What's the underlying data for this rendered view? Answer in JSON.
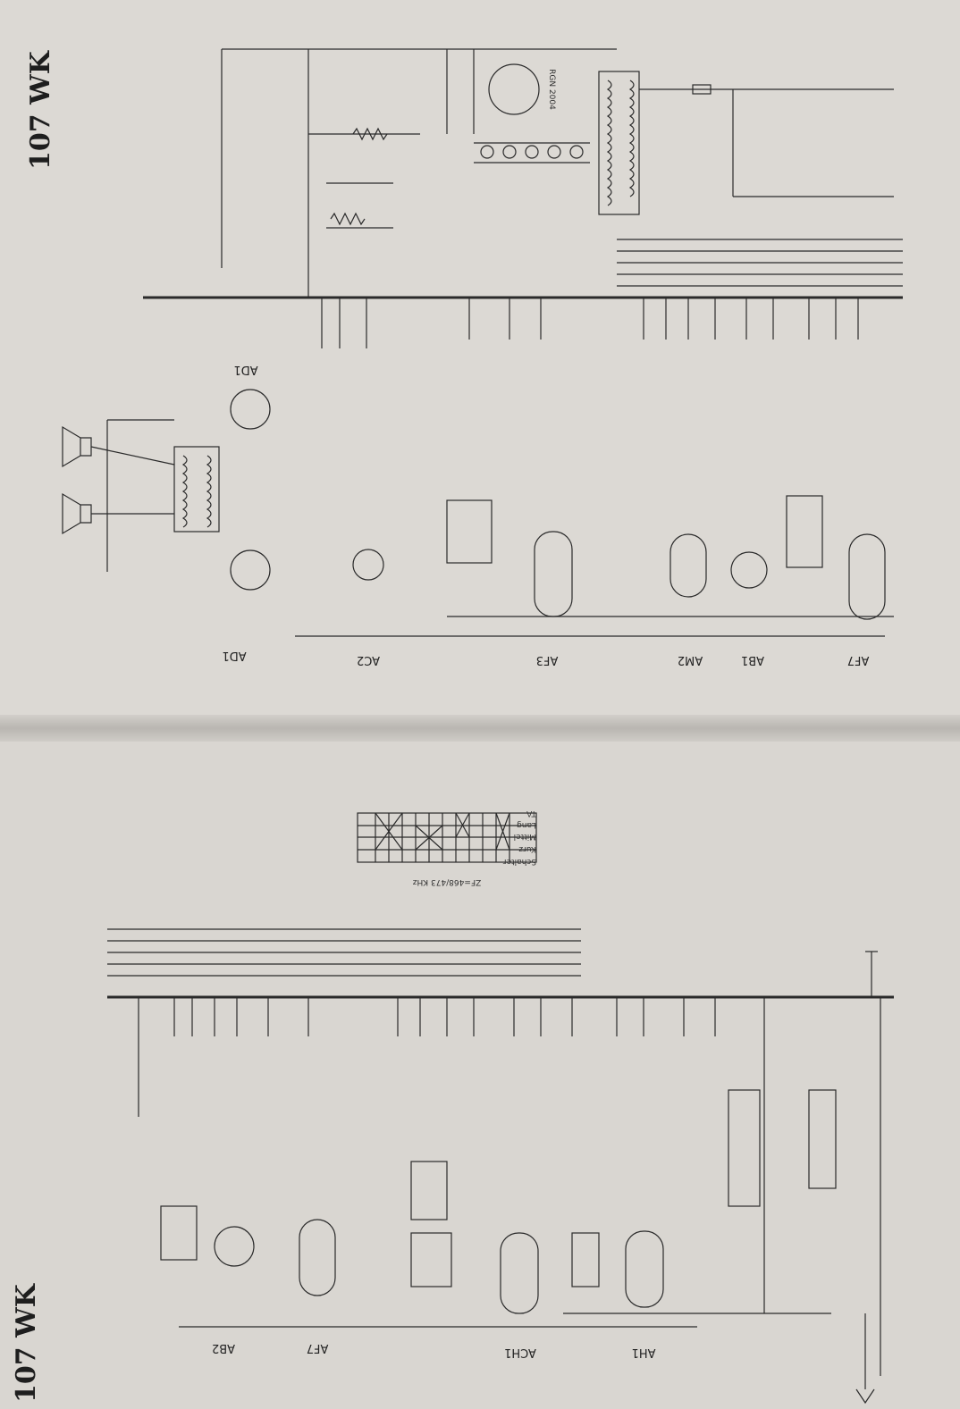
{
  "titles": {
    "top": "107 WK",
    "bottom": "107 WK"
  },
  "upper_tubes": [
    "AD1",
    "AD1",
    "AC2",
    "AF3",
    "AM2",
    "AB1",
    "AF7"
  ],
  "lower_tubes": [
    "AB2",
    "AF7",
    "ACH1",
    "AH1"
  ],
  "rectifier": "RGN 2004",
  "lower_notes": {
    "zf": "ZF=468/473 KHz"
  },
  "switch_table": {
    "header": "Schalter",
    "rows": [
      "Kurz",
      "Mittel",
      "Lang",
      "TA"
    ]
  }
}
